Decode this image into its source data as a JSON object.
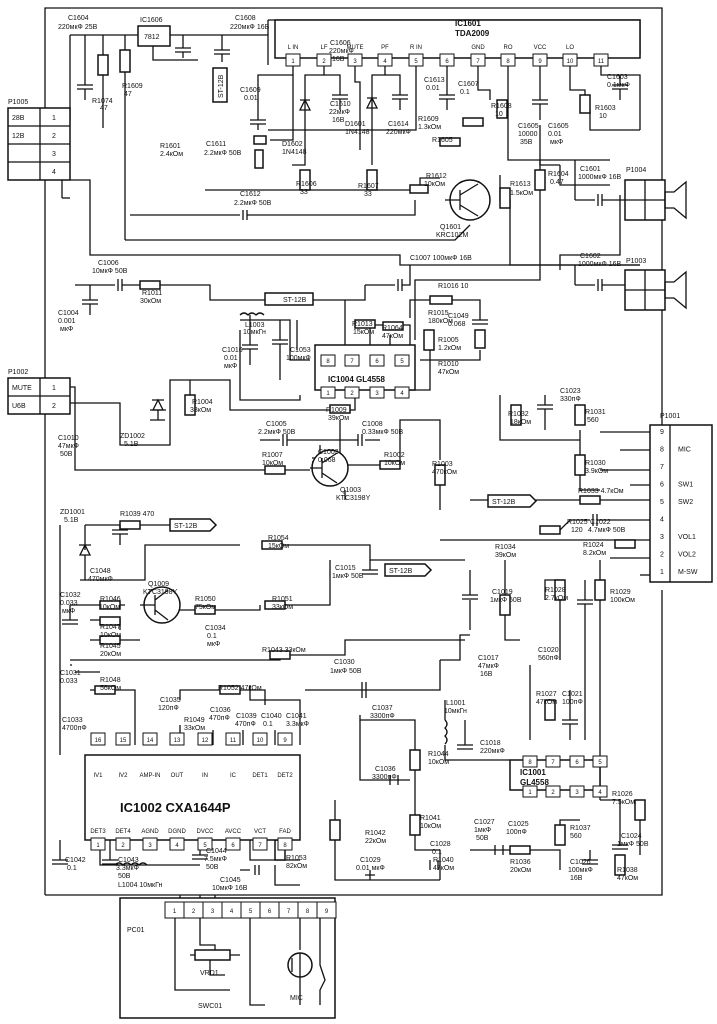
{
  "ics": {
    "ic1601": {
      "ref": "IC1601",
      "part": "TDA2009",
      "pins": [
        "L IN",
        "LF",
        "MUTE",
        "PF",
        "R IN",
        "GND",
        "RO",
        "VCC",
        "LO"
      ],
      "nums": [
        "1",
        "2",
        "3",
        "4",
        "5",
        "6",
        "7",
        "8",
        "9",
        "10",
        "11"
      ]
    },
    "ic1606": {
      "ref": "IC1606",
      "part": "7812"
    },
    "ic1004": {
      "ref": "IC1004 GL4558",
      "nums": [
        "8",
        "7",
        "6",
        "5",
        "1",
        "2",
        "3",
        "4"
      ]
    },
    "ic1001": {
      "ref": "IC1001",
      "part": "GL4558",
      "nums": [
        "8",
        "7",
        "6",
        "5",
        "1",
        "2",
        "3",
        "4"
      ]
    },
    "ic1002": {
      "ref": "IC1002 CXA1644P",
      "top_pins": [
        "IV1",
        "IV2",
        "AMP-IN",
        "OUT",
        "IN",
        "IC",
        "DET1",
        "DET2"
      ],
      "top_nums": [
        "16",
        "15",
        "14",
        "13",
        "12",
        "11",
        "10",
        "9"
      ],
      "bot_pins": [
        "DET3",
        "DET4",
        "AGND",
        "DGND",
        "DVCC",
        "AVCC",
        "VCT",
        "FAD"
      ],
      "bot_nums": [
        "1",
        "2",
        "3",
        "4",
        "5",
        "6",
        "7",
        "8"
      ]
    }
  },
  "connectors": {
    "p1005": {
      "ref": "P1005",
      "rows": [
        {
          "label": "28B",
          "num": "1"
        },
        {
          "label": "12B",
          "num": "2"
        },
        {
          "label": "",
          "num": "3"
        },
        {
          "label": "",
          "num": "4"
        }
      ]
    },
    "p1002": {
      "ref": "P1002",
      "rows": [
        {
          "label": "MUTE",
          "num": "1"
        },
        {
          "label": "U6B",
          "num": "2"
        }
      ]
    },
    "p1001": {
      "ref": "P1001",
      "rows": [
        {
          "label": "",
          "num": "9"
        },
        {
          "label": "MIC",
          "num": "8"
        },
        {
          "label": "",
          "num": "7"
        },
        {
          "label": "SW1",
          "num": "6"
        },
        {
          "label": "SW2",
          "num": "5"
        },
        {
          "label": "",
          "num": "4"
        },
        {
          "label": "VOL1",
          "num": "3"
        },
        {
          "label": "VOL2",
          "num": "2"
        },
        {
          "label": "M-SW",
          "num": "1"
        }
      ]
    },
    "p1004": {
      "ref": "P1004"
    },
    "p1003": {
      "ref": "P1003"
    },
    "pc01": {
      "ref": "PC01",
      "nums": [
        "1",
        "2",
        "3",
        "4",
        "5",
        "6",
        "7",
        "8",
        "9"
      ],
      "vr": "VRD1",
      "sw": "SWC01",
      "mic": "MIC"
    }
  },
  "flags": {
    "st12b": "ST-12B"
  },
  "labels": [
    {
      "id": "c1604",
      "text": "C1604"
    },
    {
      "id": "c1604v",
      "text": "220мкФ 25В"
    },
    {
      "id": "c1608",
      "text": "C1608"
    },
    {
      "id": "c1608v",
      "text": "220мкФ 16В"
    },
    {
      "id": "r1609",
      "text": "R1609"
    },
    {
      "id": "r1609v",
      "text": "47"
    },
    {
      "id": "r1074",
      "text": "R1074"
    },
    {
      "id": "r1074v",
      "text": "47"
    },
    {
      "id": "c1609",
      "text": "C1609"
    },
    {
      "id": "c1609v",
      "text": "0.01"
    },
    {
      "id": "c1606",
      "text": "C1606"
    },
    {
      "id": "c1606v",
      "text": "220мкФ"
    },
    {
      "id": "c1606v2",
      "text": "16В"
    },
    {
      "id": "c1610",
      "text": "C1610"
    },
    {
      "id": "c1610v",
      "text": "22мкФ"
    },
    {
      "id": "c1610v2",
      "text": "16В"
    },
    {
      "id": "c1613",
      "text": "C1613"
    },
    {
      "id": "c1613v",
      "text": "0.01"
    },
    {
      "id": "c1607",
      "text": "C1607"
    },
    {
      "id": "c1607v",
      "text": "0.1"
    },
    {
      "id": "r1608",
      "text": "R1608"
    },
    {
      "id": "r1608v",
      "text": "10"
    },
    {
      "id": "c1603",
      "text": "C1603"
    },
    {
      "id": "c1603v",
      "text": "0.1мкФ"
    },
    {
      "id": "r1603",
      "text": "R1603"
    },
    {
      "id": "r1603v",
      "text": "10"
    },
    {
      "id": "c1614",
      "text": "C1614"
    },
    {
      "id": "c1614v",
      "text": "220мкФ"
    },
    {
      "id": "r1609b",
      "text": "R1609"
    },
    {
      "id": "r1609bv",
      "text": "1.3кОм"
    },
    {
      "id": "c1605",
      "text": "C1605"
    },
    {
      "id": "c1605v",
      "text": "10000"
    },
    {
      "id": "c1605v2",
      "text": "35В"
    },
    {
      "id": "c1605b",
      "text": "C1605"
    },
    {
      "id": "c1605bv",
      "text": "0.01"
    },
    {
      "id": "c1605bv2",
      "text": "мкФ"
    },
    {
      "id": "d1602",
      "text": "D1602"
    },
    {
      "id": "d1602v",
      "text": "1N4148"
    },
    {
      "id": "d1601",
      "text": "D1601"
    },
    {
      "id": "d1601v",
      "text": "1N4148"
    },
    {
      "id": "r1601",
      "text": "R1601"
    },
    {
      "id": "r1601v",
      "text": "2.4кОм"
    },
    {
      "id": "c1611",
      "text": "C1611"
    },
    {
      "id": "c1611v",
      "text": "2.2мкФ 50В"
    },
    {
      "id": "r1605",
      "text": "R1605"
    },
    {
      "id": "r1606",
      "text": "R1606"
    },
    {
      "id": "r1606v",
      "text": "33"
    },
    {
      "id": "r1607",
      "text": "R1607"
    },
    {
      "id": "r1607v",
      "text": "33"
    },
    {
      "id": "r1612",
      "text": "R1612"
    },
    {
      "id": "r1612v",
      "text": "10кОм"
    },
    {
      "id": "r1613",
      "text": "R1613"
    },
    {
      "id": "r1613v",
      "text": "1.5кОм"
    },
    {
      "id": "r1604",
      "text": "R1604"
    },
    {
      "id": "r1604v",
      "text": "0.47"
    },
    {
      "id": "c1601",
      "text": "C1601"
    },
    {
      "id": "c1601v",
      "text": "1000мкФ 16В"
    },
    {
      "id": "c1612",
      "text": "C1612"
    },
    {
      "id": "c1612v",
      "text": "2.2мкФ 50В"
    },
    {
      "id": "q1601",
      "text": "Q1601"
    },
    {
      "id": "q1601v",
      "text": "KRC102M"
    },
    {
      "id": "c1602",
      "text": "C1602"
    },
    {
      "id": "c1602v",
      "text": "1000мкФ 16В"
    },
    {
      "id": "c1006",
      "text": "C1006"
    },
    {
      "id": "c1006v",
      "text": "10мкФ 50В"
    },
    {
      "id": "c1007",
      "text": "C1007 100мкФ 16В"
    },
    {
      "id": "r1011",
      "text": "R1011"
    },
    {
      "id": "r1011v",
      "text": "30кОм"
    },
    {
      "id": "c1004",
      "text": "C1004"
    },
    {
      "id": "c1004v",
      "text": "0.001"
    },
    {
      "id": "c1004v2",
      "text": "мкФ"
    },
    {
      "id": "r1016",
      "text": "R1016 10"
    },
    {
      "id": "l1003",
      "text": "L1003"
    },
    {
      "id": "l1003v",
      "text": "10мкГн"
    },
    {
      "id": "r1015",
      "text": "R1015"
    },
    {
      "id": "r1015v",
      "text": "180кОм"
    },
    {
      "id": "r1013",
      "text": "R1013"
    },
    {
      "id": "r1013v",
      "text": "15кОм"
    },
    {
      "id": "r1064",
      "text": "R1064"
    },
    {
      "id": "r1064v",
      "text": "47кОм"
    },
    {
      "id": "c1049",
      "text": "C1049"
    },
    {
      "id": "c1049v",
      "text": "0.068"
    },
    {
      "id": "c1016",
      "text": "C1016"
    },
    {
      "id": "c1016v",
      "text": "0.01"
    },
    {
      "id": "c1016v2",
      "text": "мкФ"
    },
    {
      "id": "c1053",
      "text": "C1053"
    },
    {
      "id": "c1053v",
      "text": "100мкФ"
    },
    {
      "id": "r1005",
      "text": "R1005"
    },
    {
      "id": "r1005v",
      "text": "1.2кОм"
    },
    {
      "id": "r1010",
      "text": "R1010"
    },
    {
      "id": "r1010v",
      "text": "47кОм"
    },
    {
      "id": "r1004",
      "text": "R1004"
    },
    {
      "id": "r1004v",
      "text": "33кОм"
    },
    {
      "id": "r1009",
      "text": "R1009"
    },
    {
      "id": "r1009v",
      "text": "39кОм"
    },
    {
      "id": "c1005",
      "text": "C1005"
    },
    {
      "id": "c1005v",
      "text": "2.2мкФ 50В"
    },
    {
      "id": "c1008",
      "text": "C1008"
    },
    {
      "id": "c1008v",
      "text": "0.33мкФ 50В"
    },
    {
      "id": "zd1002",
      "text": "ZD1002"
    },
    {
      "id": "zd1002v",
      "text": "5.1B"
    },
    {
      "id": "c1010",
      "text": "C1010"
    },
    {
      "id": "c1010v",
      "text": "47мкФ"
    },
    {
      "id": "c1010v2",
      "text": "50В"
    },
    {
      "id": "c1003",
      "text": "C1003"
    },
    {
      "id": "c1003v",
      "text": "0.068"
    },
    {
      "id": "r1007",
      "text": "R1007"
    },
    {
      "id": "r1007v",
      "text": "10кОм"
    },
    {
      "id": "r1002",
      "text": "R1002"
    },
    {
      "id": "r1002v",
      "text": "10кОм"
    },
    {
      "id": "r1003",
      "text": "R1003"
    },
    {
      "id": "r1003v",
      "text": "470кОм"
    },
    {
      "id": "q1003",
      "text": "Q1003"
    },
    {
      "id": "q1003v",
      "text": "KTC3198Y"
    },
    {
      "id": "r1032",
      "text": "R1032"
    },
    {
      "id": "r1032v",
      "text": "18кОм"
    },
    {
      "id": "c1023",
      "text": "C1023"
    },
    {
      "id": "c1023v",
      "text": "330пФ"
    },
    {
      "id": "r1031",
      "text": "R1031"
    },
    {
      "id": "r1031v",
      "text": "560"
    },
    {
      "id": "r1030",
      "text": "R1030"
    },
    {
      "id": "r1030v",
      "text": "3.9кОм"
    },
    {
      "id": "r1033",
      "text": "R1033 4.7кОм"
    },
    {
      "id": "r1025",
      "text": "R1025"
    },
    {
      "id": "r1025v",
      "text": "120"
    },
    {
      "id": "c1022",
      "text": "C1022"
    },
    {
      "id": "c1022v",
      "text": "4.7мкФ 50В"
    },
    {
      "id": "zd1001",
      "text": "ZD1001"
    },
    {
      "id": "zd1001v",
      "text": "5.1B"
    },
    {
      "id": "r1039",
      "text": "R1039 470"
    },
    {
      "id": "r1054",
      "text": "R1054"
    },
    {
      "id": "r1054v",
      "text": "15кОм"
    },
    {
      "id": "c1048",
      "text": "C1048"
    },
    {
      "id": "c1048v",
      "text": "470мкФ"
    },
    {
      "id": "r1034",
      "text": "R1034"
    },
    {
      "id": "r1034v",
      "text": "39кОм"
    },
    {
      "id": "r1024",
      "text": "R1024"
    },
    {
      "id": "r1024v",
      "text": "8.2кОм"
    },
    {
      "id": "c1015",
      "text": "C1015"
    },
    {
      "id": "c1015v",
      "text": "1мкФ 50В"
    },
    {
      "id": "c1032",
      "text": "C1032"
    },
    {
      "id": "c1032v",
      "text": "0.033"
    },
    {
      "id": "c1032v2",
      "text": "мкФ"
    },
    {
      "id": "q1009",
      "text": "Q1009"
    },
    {
      "id": "q1009v",
      "text": "KTC3198Y"
    },
    {
      "id": "r1046",
      "text": "R1046"
    },
    {
      "id": "r1046v",
      "text": "10кОм"
    },
    {
      "id": "r1050",
      "text": "R1050"
    },
    {
      "id": "r1050v",
      "text": "75кОм"
    },
    {
      "id": "r1051",
      "text": "R1051"
    },
    {
      "id": "r1051v",
      "text": "33кОм"
    },
    {
      "id": "c1019",
      "text": "C1019"
    },
    {
      "id": "c1019v",
      "text": "1мкФ 50В"
    },
    {
      "id": "r1028",
      "text": "R1028"
    },
    {
      "id": "r1028v",
      "text": "2.7кОм"
    },
    {
      "id": "r1029",
      "text": "R1029"
    },
    {
      "id": "r1029v",
      "text": "100кОм"
    },
    {
      "id": "r1047",
      "text": "R1047"
    },
    {
      "id": "r1047v",
      "text": "10кОм"
    },
    {
      "id": "c1034",
      "text": "C1034"
    },
    {
      "id": "c1034v",
      "text": "0.1"
    },
    {
      "id": "c1034v2",
      "text": "мкФ"
    },
    {
      "id": "r1045",
      "text": "R1045"
    },
    {
      "id": "r1045v",
      "text": "20кОм"
    },
    {
      "id": "r1043",
      "text": "R1043 33кОм"
    },
    {
      "id": "c1017",
      "text": "C1017"
    },
    {
      "id": "c1017v",
      "text": "47мкФ"
    },
    {
      "id": "c1017v2",
      "text": "16В"
    },
    {
      "id": "c1020",
      "text": "C1020"
    },
    {
      "id": "c1020v",
      "text": "560пФ"
    },
    {
      "id": "c1031",
      "text": "C1031"
    },
    {
      "id": "c1031v",
      "text": "0.033"
    },
    {
      "id": "c1030",
      "text": "C1030"
    },
    {
      "id": "c1030v",
      "text": "1мкФ 50В"
    },
    {
      "id": "r1048",
      "text": "R1048"
    },
    {
      "id": "r1048v",
      "text": "56кОм"
    },
    {
      "id": "r1052",
      "text": "R1052 47кОм"
    },
    {
      "id": "c1035",
      "text": "C1035"
    },
    {
      "id": "c1035v",
      "text": "120пФ"
    },
    {
      "id": "c1033",
      "text": "C1033"
    },
    {
      "id": "c1033v",
      "text": "4700пФ"
    },
    {
      "id": "r1049",
      "text": "R1049"
    },
    {
      "id": "r1049v",
      "text": "33кОм"
    },
    {
      "id": "c1036",
      "text": "C1036"
    },
    {
      "id": "c1036v",
      "text": "470пФ"
    },
    {
      "id": "c1039",
      "text": "C1039"
    },
    {
      "id": "c1039v",
      "text": "470пФ"
    },
    {
      "id": "c1040",
      "text": "C1040"
    },
    {
      "id": "c1040v",
      "text": "0.1"
    },
    {
      "id": "c1041",
      "text": "C1041"
    },
    {
      "id": "c1041v",
      "text": "3.3мкФ"
    },
    {
      "id": "c1037",
      "text": "C1037"
    },
    {
      "id": "c1037v",
      "text": "3300пФ"
    },
    {
      "id": "l1001",
      "text": "L1001"
    },
    {
      "id": "l1001v",
      "text": "10мкГн"
    },
    {
      "id": "r1027",
      "text": "R1027"
    },
    {
      "id": "r1027v",
      "text": "47кОм"
    },
    {
      "id": "c1021",
      "text": "C1021"
    },
    {
      "id": "c1021v",
      "text": "100пФ"
    },
    {
      "id": "r1044",
      "text": "R1044"
    },
    {
      "id": "r1044v",
      "text": "10кОм"
    },
    {
      "id": "c1018",
      "text": "C1018"
    },
    {
      "id": "c1018v",
      "text": "220мкФ"
    },
    {
      "id": "c1036b",
      "text": "C1036"
    },
    {
      "id": "c1036bv",
      "text": "3300пФ"
    },
    {
      "id": "r1026",
      "text": "R1026"
    },
    {
      "id": "r1026v",
      "text": "7.5кОм"
    },
    {
      "id": "r1041",
      "text": "R1041"
    },
    {
      "id": "r1041v",
      "text": "10кОм"
    },
    {
      "id": "c1027",
      "text": "C1027"
    },
    {
      "id": "c1027v",
      "text": "1мкФ"
    },
    {
      "id": "c1027v2",
      "text": "50В"
    },
    {
      "id": "c1025",
      "text": "C1025"
    },
    {
      "id": "c1025v",
      "text": "100пФ"
    },
    {
      "id": "r1037",
      "text": "R1037"
    },
    {
      "id": "r1037v",
      "text": "560"
    },
    {
      "id": "c1024",
      "text": "C1024"
    },
    {
      "id": "c1024v",
      "text": "1мкФ 50В"
    },
    {
      "id": "r1042",
      "text": "R1042"
    },
    {
      "id": "r1042v",
      "text": "22кОм"
    },
    {
      "id": "c1028",
      "text": "C1028"
    },
    {
      "id": "c1028v",
      "text": "0.1"
    },
    {
      "id": "c1042",
      "text": "C1042"
    },
    {
      "id": "c1042v",
      "text": "0.1"
    },
    {
      "id": "c1043",
      "text": "C1043"
    },
    {
      "id": "c1043v",
      "text": "3.3мкФ"
    },
    {
      "id": "c1043v2",
      "text": "50В"
    },
    {
      "id": "c1044",
      "text": "C1044"
    },
    {
      "id": "c1044v",
      "text": "7.5мкФ"
    },
    {
      "id": "c1044v2",
      "text": "50В"
    },
    {
      "id": "r1053",
      "text": "R1053"
    },
    {
      "id": "r1053v",
      "text": "82кОм"
    },
    {
      "id": "c1029",
      "text": "C1029"
    },
    {
      "id": "c1029v",
      "text": "0.01 мкФ"
    },
    {
      "id": "r1040",
      "text": "R1040"
    },
    {
      "id": "r1040v",
      "text": "47кОм"
    },
    {
      "id": "r1036",
      "text": "R1036"
    },
    {
      "id": "r1036v",
      "text": "20кОм"
    },
    {
      "id": "c1026",
      "text": "C1026"
    },
    {
      "id": "c1026v",
      "text": "100мкФ"
    },
    {
      "id": "c1026v2",
      "text": "16В"
    },
    {
      "id": "r1038",
      "text": "R1038"
    },
    {
      "id": "r1038v",
      "text": "47кОм"
    },
    {
      "id": "l1004",
      "text": "L1004 10мкГн"
    },
    {
      "id": "c1045",
      "text": "C1045"
    },
    {
      "id": "c1045v",
      "text": "10мкФ 16В"
    }
  ]
}
